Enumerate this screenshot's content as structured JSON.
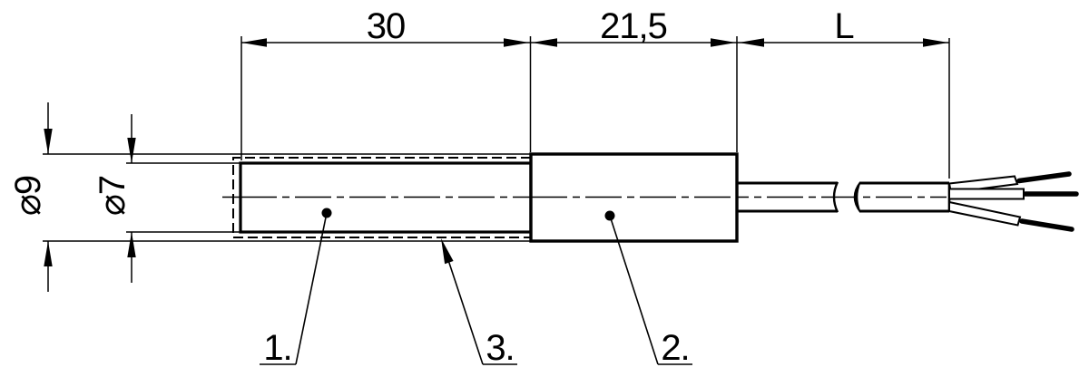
{
  "meta": {
    "type": "technical-drawing",
    "background_color": "#ffffff",
    "line_color": "#000000"
  },
  "dimensions": {
    "probe_length": "30",
    "connector_length": "21,5",
    "cable_length": "L",
    "outer_diameter": "⌀9",
    "inner_diameter": "⌀7"
  },
  "labels": {
    "part1": "1.",
    "part2": "2.",
    "part3": "3."
  }
}
